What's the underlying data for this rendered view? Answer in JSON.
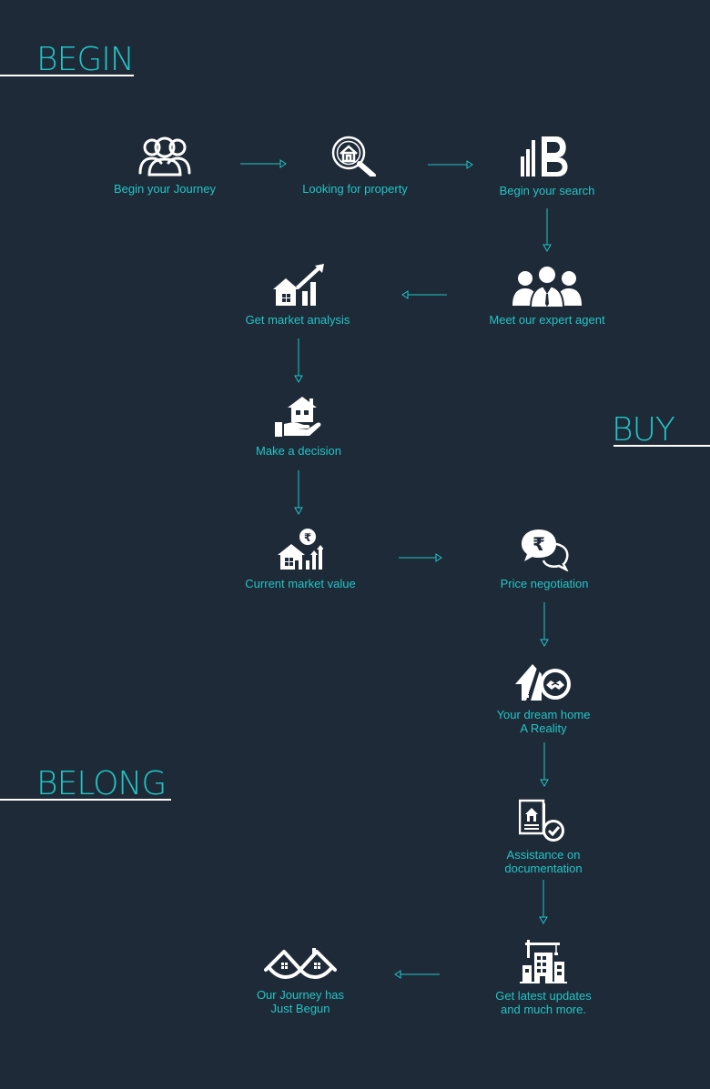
{
  "sections": {
    "begin": "BEGIN",
    "buy": "BUY",
    "belong": "BELONG"
  },
  "steps": [
    {
      "label": "Begin your Journey",
      "icon": "users-icon"
    },
    {
      "label": "Looking for property",
      "icon": "house-search-icon"
    },
    {
      "label": "Begin your search",
      "icon": "brand-logo-icon"
    },
    {
      "label": "Meet our expert agent",
      "icon": "agents-group-icon"
    },
    {
      "label": "Get market analysis",
      "icon": "market-growth-icon"
    },
    {
      "label": "Make a decision",
      "icon": "house-in-hand-icon"
    },
    {
      "label": "Current market value",
      "icon": "rupee-house-chart-icon"
    },
    {
      "label": "Price negotiation",
      "icon": "rupee-chat-icon"
    },
    {
      "label": "Your dream home\nA Reality",
      "icon": "house-handshake-icon"
    },
    {
      "label": "Assistance on\ndocumentation",
      "icon": "document-check-icon"
    },
    {
      "label": "Get latest updates\nand much more.",
      "icon": "building-construction-icon"
    },
    {
      "label": "Our Journey has\nJust Begun",
      "icon": "twin-roof-infinity-icon"
    }
  ],
  "colors": {
    "background": "#1f2a38",
    "accent": "#20c6c6",
    "icon": "#ffffff"
  }
}
